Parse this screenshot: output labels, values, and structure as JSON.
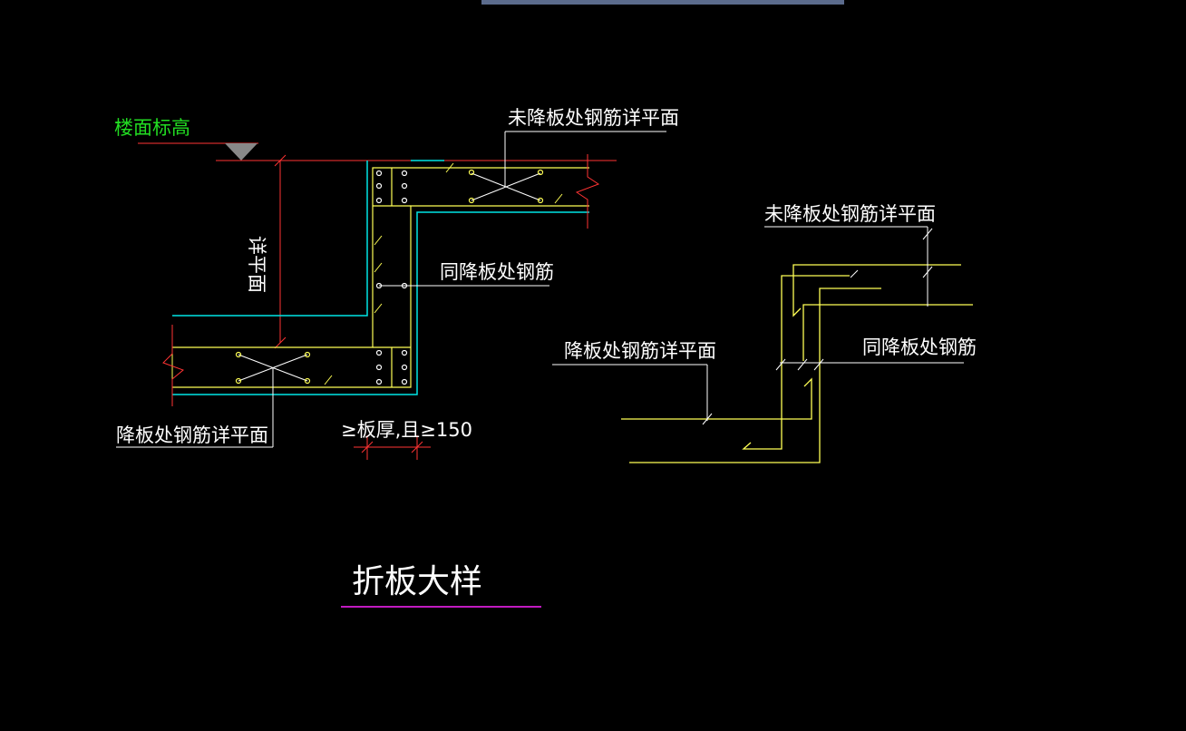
{
  "labels": {
    "floor_elevation": "楼面标高",
    "unlowered_rebar_plan_top": "未降板处钢筋详平面",
    "same_as_lowered_rebar_left": "同降板处钢筋",
    "depth_see_plan": "详平面",
    "lowered_rebar_plan_left": "降板处钢筋详平面",
    "dimension_note": "≥板厚,且≥150",
    "unlowered_rebar_plan_right": "未降板处钢筋详平面",
    "lowered_rebar_plan_right": "降板处钢筋详平面",
    "same_as_lowered_rebar_right": "同降板处钢筋",
    "drawing_title": "折板大样"
  },
  "colors": {
    "background": "#000000",
    "text": "#ffffff",
    "elevation_text": "#22dd22",
    "slab_outline": "#ffff55",
    "cyan_line": "#00e5e5",
    "red_line": "#ff3333",
    "title_underline": "#ff22ff",
    "top_bar": "#5b6b8c"
  }
}
